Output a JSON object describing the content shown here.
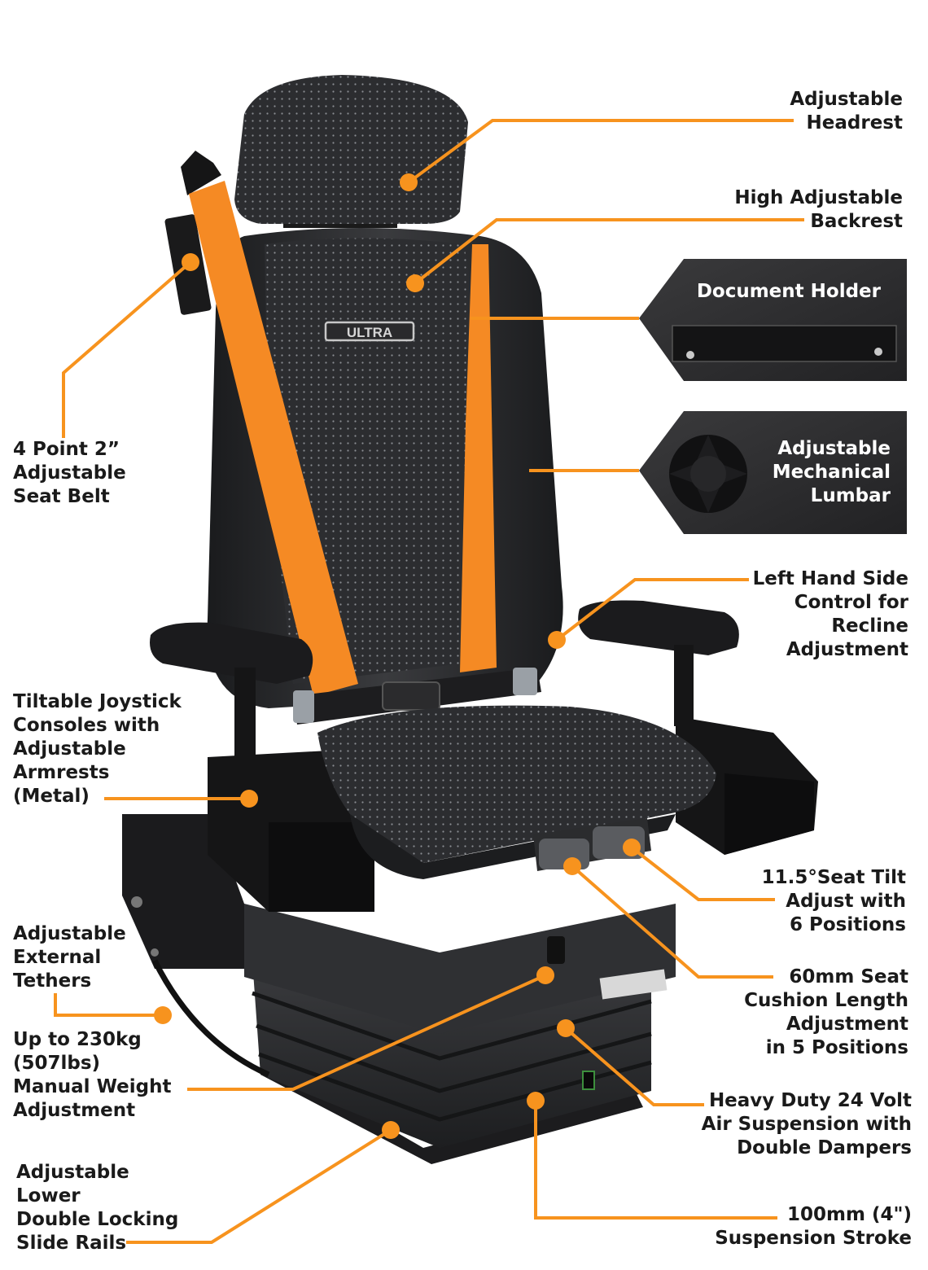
{
  "colors": {
    "accent": "#f7931e",
    "panel": "#2b2b2b",
    "fabric": "#2d2e30",
    "belt": "#f58a24"
  },
  "logo_text": "ULTRA",
  "callouts": {
    "headrest": "Adjustable\nHeadrest",
    "backrest": "High Adjustable\nBackrest",
    "document_holder": "Document Holder",
    "lumbar": "Adjustable\nMechanical\nLumbar",
    "seat_belt": "4 Point 2”\nAdjustable\nSeat Belt",
    "recline": "Left Hand Side\nControl for\nRecline\nAdjustment",
    "joystick": "Tiltable Joystick\nConsoles with\nAdjustable\nArmrests\n(Metal)",
    "seat_tilt": "11.5°Seat Tilt\nAdjust with\n6 Positions",
    "cushion": "60mm Seat\nCushion Length\nAdjustment\nin 5 Positions",
    "tethers": "Adjustable\nExternal\nTethers",
    "weight": "Up to 230kg\n(507lbs)\nManual Weight\nAdjustment",
    "suspension": "Heavy Duty 24 Volt\nAir Suspension with\nDouble Dampers",
    "slide_rails": "Adjustable\nLower\nDouble Locking\nSlide Rails",
    "stroke": "100mm (4\")\nSuspension Stroke"
  }
}
